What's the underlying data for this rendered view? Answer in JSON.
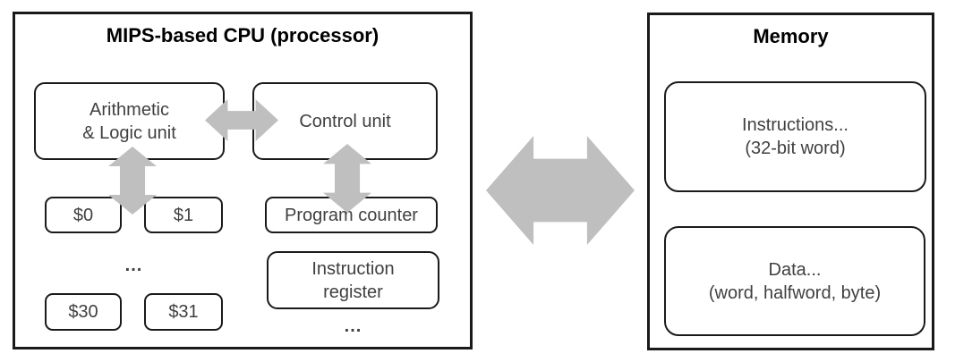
{
  "cpu": {
    "title": "MIPS-based CPU (processor)",
    "alu_label": "Arithmetic\n& Logic unit",
    "control_label": "Control unit",
    "registers": [
      "$0",
      "$1",
      "$30",
      "$31"
    ],
    "registers_ellipsis": "...",
    "program_counter_label": "Program counter",
    "instruction_register_label": "Instruction\nregister",
    "special_registers_ellipsis": "..."
  },
  "memory": {
    "title": "Memory",
    "instructions_label": "Instructions...\n(32-bit word)",
    "data_label": "Data...\n(word, halfword, byte)"
  },
  "colors": {
    "arrow_gray": "#bfbfbf",
    "border_black": "#1a1a1a",
    "label_text": "#404040"
  }
}
